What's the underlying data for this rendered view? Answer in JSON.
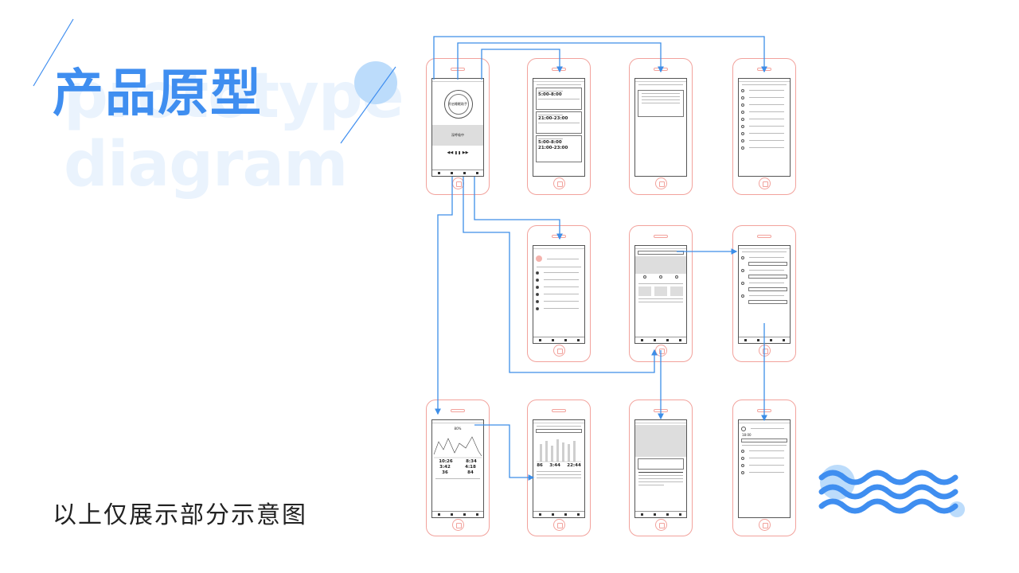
{
  "slide": {
    "title": "产品原型",
    "bg_text_line1": "prototype",
    "bg_text_line2": "diagram",
    "caption": "以上仅展示部分示意图"
  },
  "colors": {
    "accent": "#3f8ef0",
    "light_accent": "#bcdcfb",
    "phone_outline": "#f2a29c",
    "arrow": "#3d8ee8"
  },
  "screens": {
    "s1": {
      "label": "开启睡眠助手",
      "label2": "深呼吸中"
    },
    "s2": {
      "time1": "5:00-8:00",
      "time2": "21:00-23:00",
      "time3": "5:00-8:00",
      "time4": "21:00-23:00"
    },
    "s8": {
      "time": "18:00"
    },
    "s9": {
      "percent": "80%",
      "v1": "10:26",
      "v2": "8:34",
      "v3": "3:42",
      "v4": "4:18",
      "v5": "36",
      "v6": "84"
    },
    "s10": {
      "v1": "86",
      "v2": "3:44",
      "v3": "22:44"
    }
  }
}
